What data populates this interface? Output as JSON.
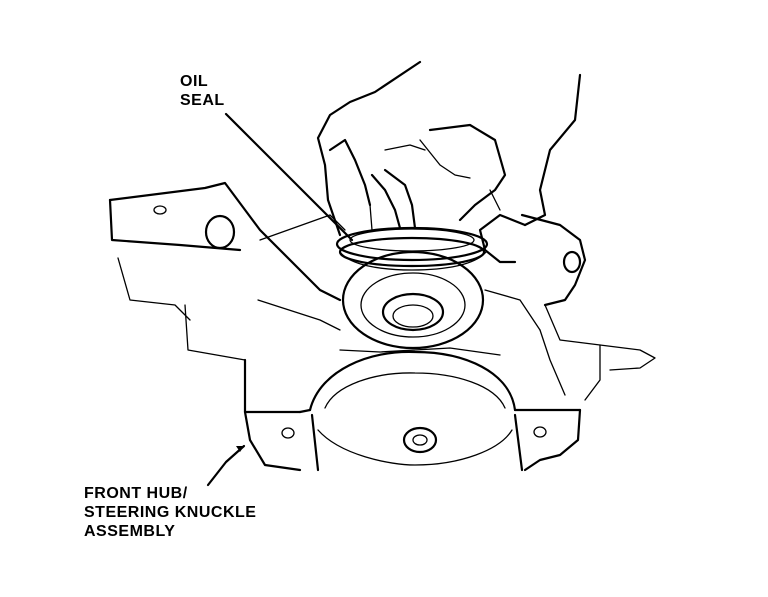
{
  "callouts": {
    "oil_seal": [
      "OIL",
      "SEAL"
    ],
    "front_hub": [
      "FRONT HUB/",
      "STEERING KNUCKLE",
      "ASSEMBLY"
    ]
  }
}
